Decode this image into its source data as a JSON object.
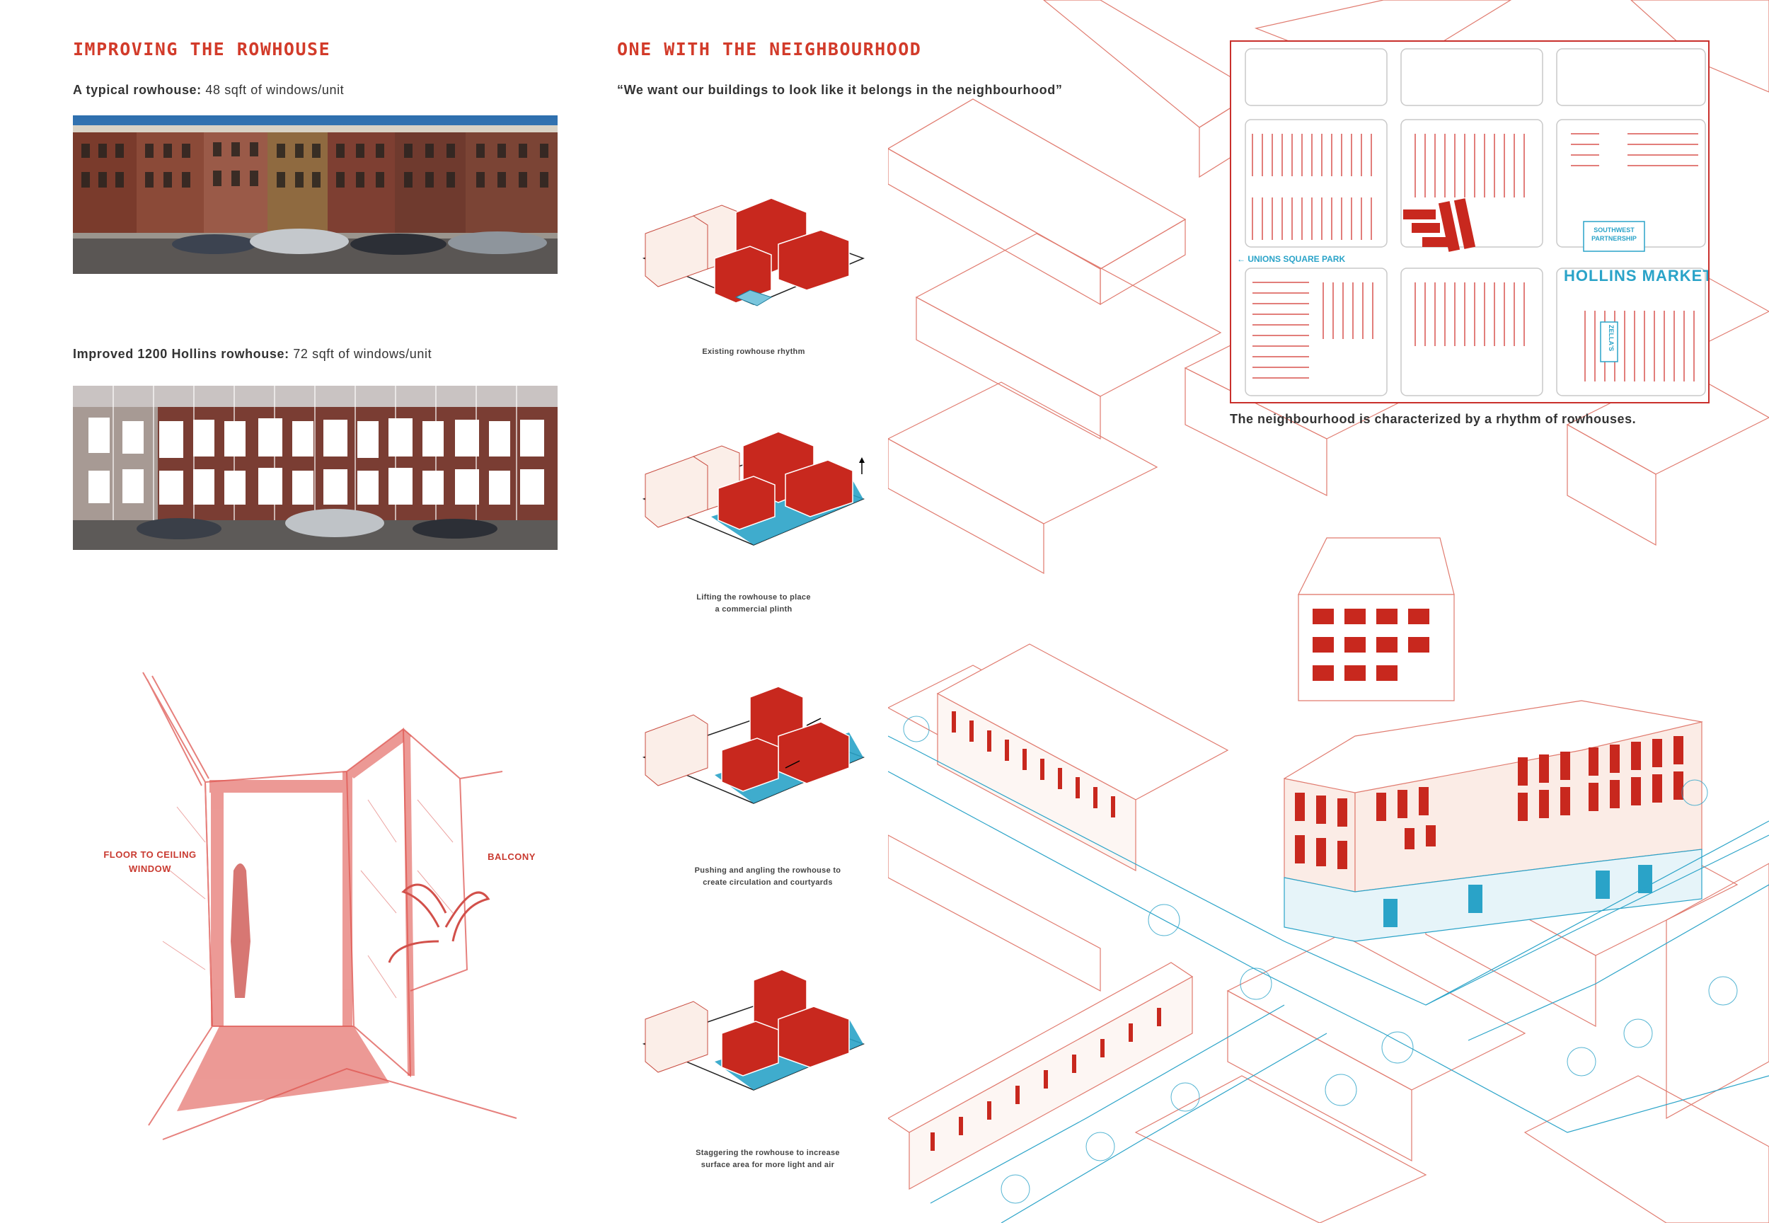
{
  "left": {
    "heading": "IMPROVING THE ROWHOUSE",
    "typical_label": "A typical rowhouse:",
    "typical_value": " 48 sqft of windows/unit",
    "improved_label": "Improved 1200 Hollins rowhouse:",
    "improved_value": " 72 sqft of windows/unit",
    "sketch_left_label_1": "FLOOR TO CEILING",
    "sketch_left_label_2": "WINDOW",
    "sketch_right_label": "BALCONY"
  },
  "middle": {
    "heading": "ONE WITH THE NEIGHBOURHOOD",
    "quote": "“We want our buildings to look like it belongs in the neighbourhood”",
    "steps": [
      {
        "line1": "Existing rowhouse rhythm",
        "line2": ""
      },
      {
        "line1": "Lifting the rowhouse to place",
        "line2": "a commercial plinth"
      },
      {
        "line1": "Pushing and angling the rowhouse to",
        "line2": "create circulation and courtyards"
      },
      {
        "line1": "Staggering the rowhouse to increase",
        "line2": "surface area for more light and air"
      }
    ]
  },
  "map": {
    "label_park": "← UNIONS SQUARE PARK",
    "label_partnership_1": "SOUTHWEST",
    "label_partnership_2": "PARTNERSHIP",
    "label_market": "HOLLINS MARKET",
    "label_zellas": "ZELLA'S",
    "caption": "The neighbourhood is characterized by a rhythm of rowhouses."
  },
  "colors": {
    "accent_red": "#d23b2a",
    "building_red": "#c8281e",
    "line_red": "#e07a6e",
    "blue": "#2aa3c8"
  }
}
